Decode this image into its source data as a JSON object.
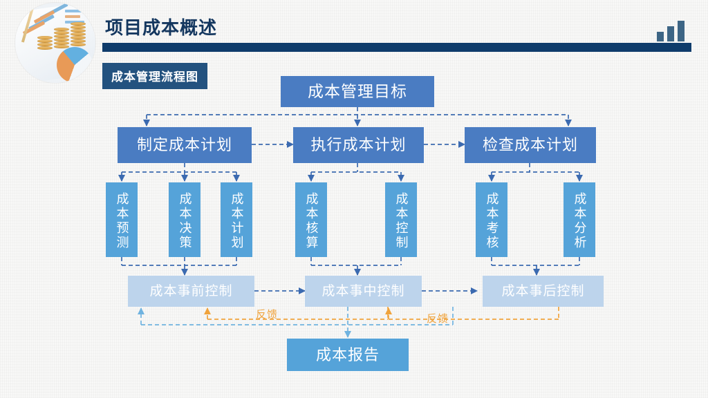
{
  "slide": {
    "background_color": "#f8f8f7",
    "header": {
      "title": "项目成本概述",
      "title_color": "#14375f",
      "rule_color": "#0f3c6b",
      "accent_bar_color": "#3d6585",
      "photo_alt": "financial-charts-and-coin-stacks-photo"
    },
    "section_badge": {
      "label": "成本管理流程图",
      "background_color": "#23527f",
      "text_color": "#ffffff"
    }
  },
  "chart_data": {
    "type": "diagram",
    "title": "成本管理流程图",
    "colors": {
      "level1": "#4a7cc2",
      "level2": "#4a7cc2",
      "level3": "#55a3d9",
      "level4": "#bdd4ec",
      "level5": "#55a3d9",
      "connector": "#3b6ab0",
      "feedback_orange": "#f0a33c",
      "feedback_blue": "#6fb3e0"
    },
    "levels": [
      {
        "name": "objective",
        "nodes": [
          {
            "id": "goal",
            "label": "成本管理目标"
          }
        ]
      },
      {
        "name": "phases",
        "nodes": [
          {
            "id": "plan",
            "label": "制定成本计划"
          },
          {
            "id": "do",
            "label": "执行成本计划"
          },
          {
            "id": "check",
            "label": "检查成本计划"
          }
        ]
      },
      {
        "name": "activities",
        "nodes": [
          {
            "id": "a1",
            "label": "成本预测",
            "parent": "plan"
          },
          {
            "id": "a2",
            "label": "成本决策",
            "parent": "plan"
          },
          {
            "id": "a3",
            "label": "成本计划",
            "parent": "plan"
          },
          {
            "id": "a4",
            "label": "成本核算",
            "parent": "do"
          },
          {
            "id": "a5",
            "label": "成本控制",
            "parent": "do"
          },
          {
            "id": "a6",
            "label": "成本考核",
            "parent": "check"
          },
          {
            "id": "a7",
            "label": "成本分析",
            "parent": "check"
          }
        ]
      },
      {
        "name": "controls",
        "nodes": [
          {
            "id": "c1",
            "label": "成本事前控制"
          },
          {
            "id": "c2",
            "label": "成本事中控制"
          },
          {
            "id": "c3",
            "label": "成本事后控制"
          }
        ]
      },
      {
        "name": "output",
        "nodes": [
          {
            "id": "report",
            "label": "成本报告"
          }
        ]
      }
    ],
    "edges": [
      {
        "from": "goal",
        "to": "plan",
        "style": "dashed"
      },
      {
        "from": "goal",
        "to": "do",
        "style": "dashed"
      },
      {
        "from": "goal",
        "to": "check",
        "style": "dashed"
      },
      {
        "from": "plan",
        "to": "do",
        "style": "dashed"
      },
      {
        "from": "do",
        "to": "check",
        "style": "dashed"
      },
      {
        "from": "c1",
        "to": "c2",
        "style": "dashed"
      },
      {
        "from": "c2",
        "to": "c3",
        "style": "dashed"
      },
      {
        "from": "c2",
        "to": "report",
        "style": "dashed"
      }
    ],
    "feedback_labels": [
      {
        "id": "fb-left",
        "label": "反馈"
      },
      {
        "id": "fb-right",
        "label": "反馈"
      }
    ]
  }
}
